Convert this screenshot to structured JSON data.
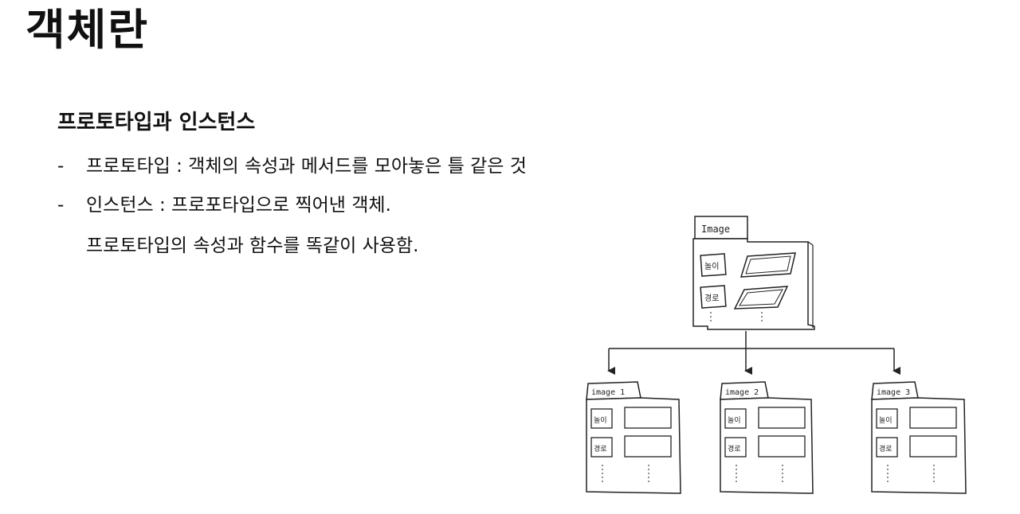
{
  "page_title": "객체란",
  "section_heading": "프로토타입과 인스턴스",
  "bullets": [
    {
      "dash": "-",
      "text": "프로토타입 : 객체의 속성과 메서드를 모아놓은  틀 같은 것"
    },
    {
      "dash": "-",
      "text": "인스턴스 : 프로포타입으로 찍어낸 객체.",
      "continuation": "프로토타입의 속성과 함수를 똑같이 사용함."
    }
  ],
  "diagram": {
    "prototype": {
      "tab_label": "Image",
      "row_labels": [
        "놀이",
        "경로"
      ],
      "icons": [
        "frame-icon",
        "frame-icon"
      ]
    },
    "instances": [
      {
        "tab_label": "image 1",
        "row_labels": [
          "놀이",
          "경로"
        ]
      },
      {
        "tab_label": "image 2",
        "row_labels": [
          "놀이",
          "경로"
        ]
      },
      {
        "tab_label": "image 3",
        "row_labels": [
          "놀이",
          "경로"
        ]
      }
    ]
  }
}
